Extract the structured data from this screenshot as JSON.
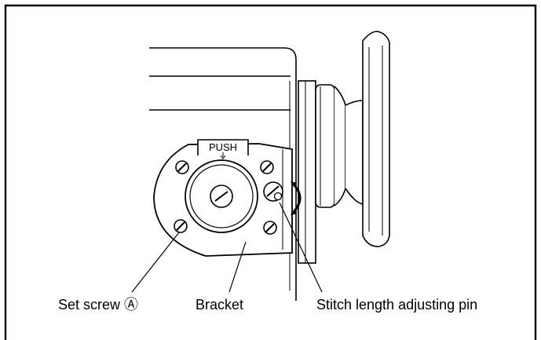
{
  "diagram": {
    "push_label": "PUSH",
    "callouts": {
      "set_screw": "Set screw Ⓐ",
      "bracket": "Bracket",
      "stitch_pin": "Stitch length adjusting pin"
    }
  }
}
